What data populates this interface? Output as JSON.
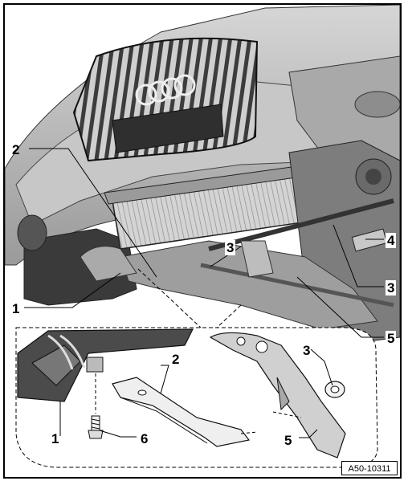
{
  "callouts": {
    "c1_main": "1",
    "c2_main": "2",
    "c3_upper": "3",
    "c4": "4",
    "c3_right": "3",
    "c5_main": "5",
    "c1_detail": "1",
    "c2_detail": "2",
    "c3_detail": "3",
    "c6": "6",
    "c5_detail": "5"
  },
  "reference_code": "A50-10311",
  "colors": {
    "car_body": "#b9b9b9",
    "car_dark": "#6e6e6e",
    "grille": "#4a4a4a",
    "radiator": "#d2d2d2",
    "engine": "#8a8a8a",
    "part_light": "#e6e6e6"
  }
}
